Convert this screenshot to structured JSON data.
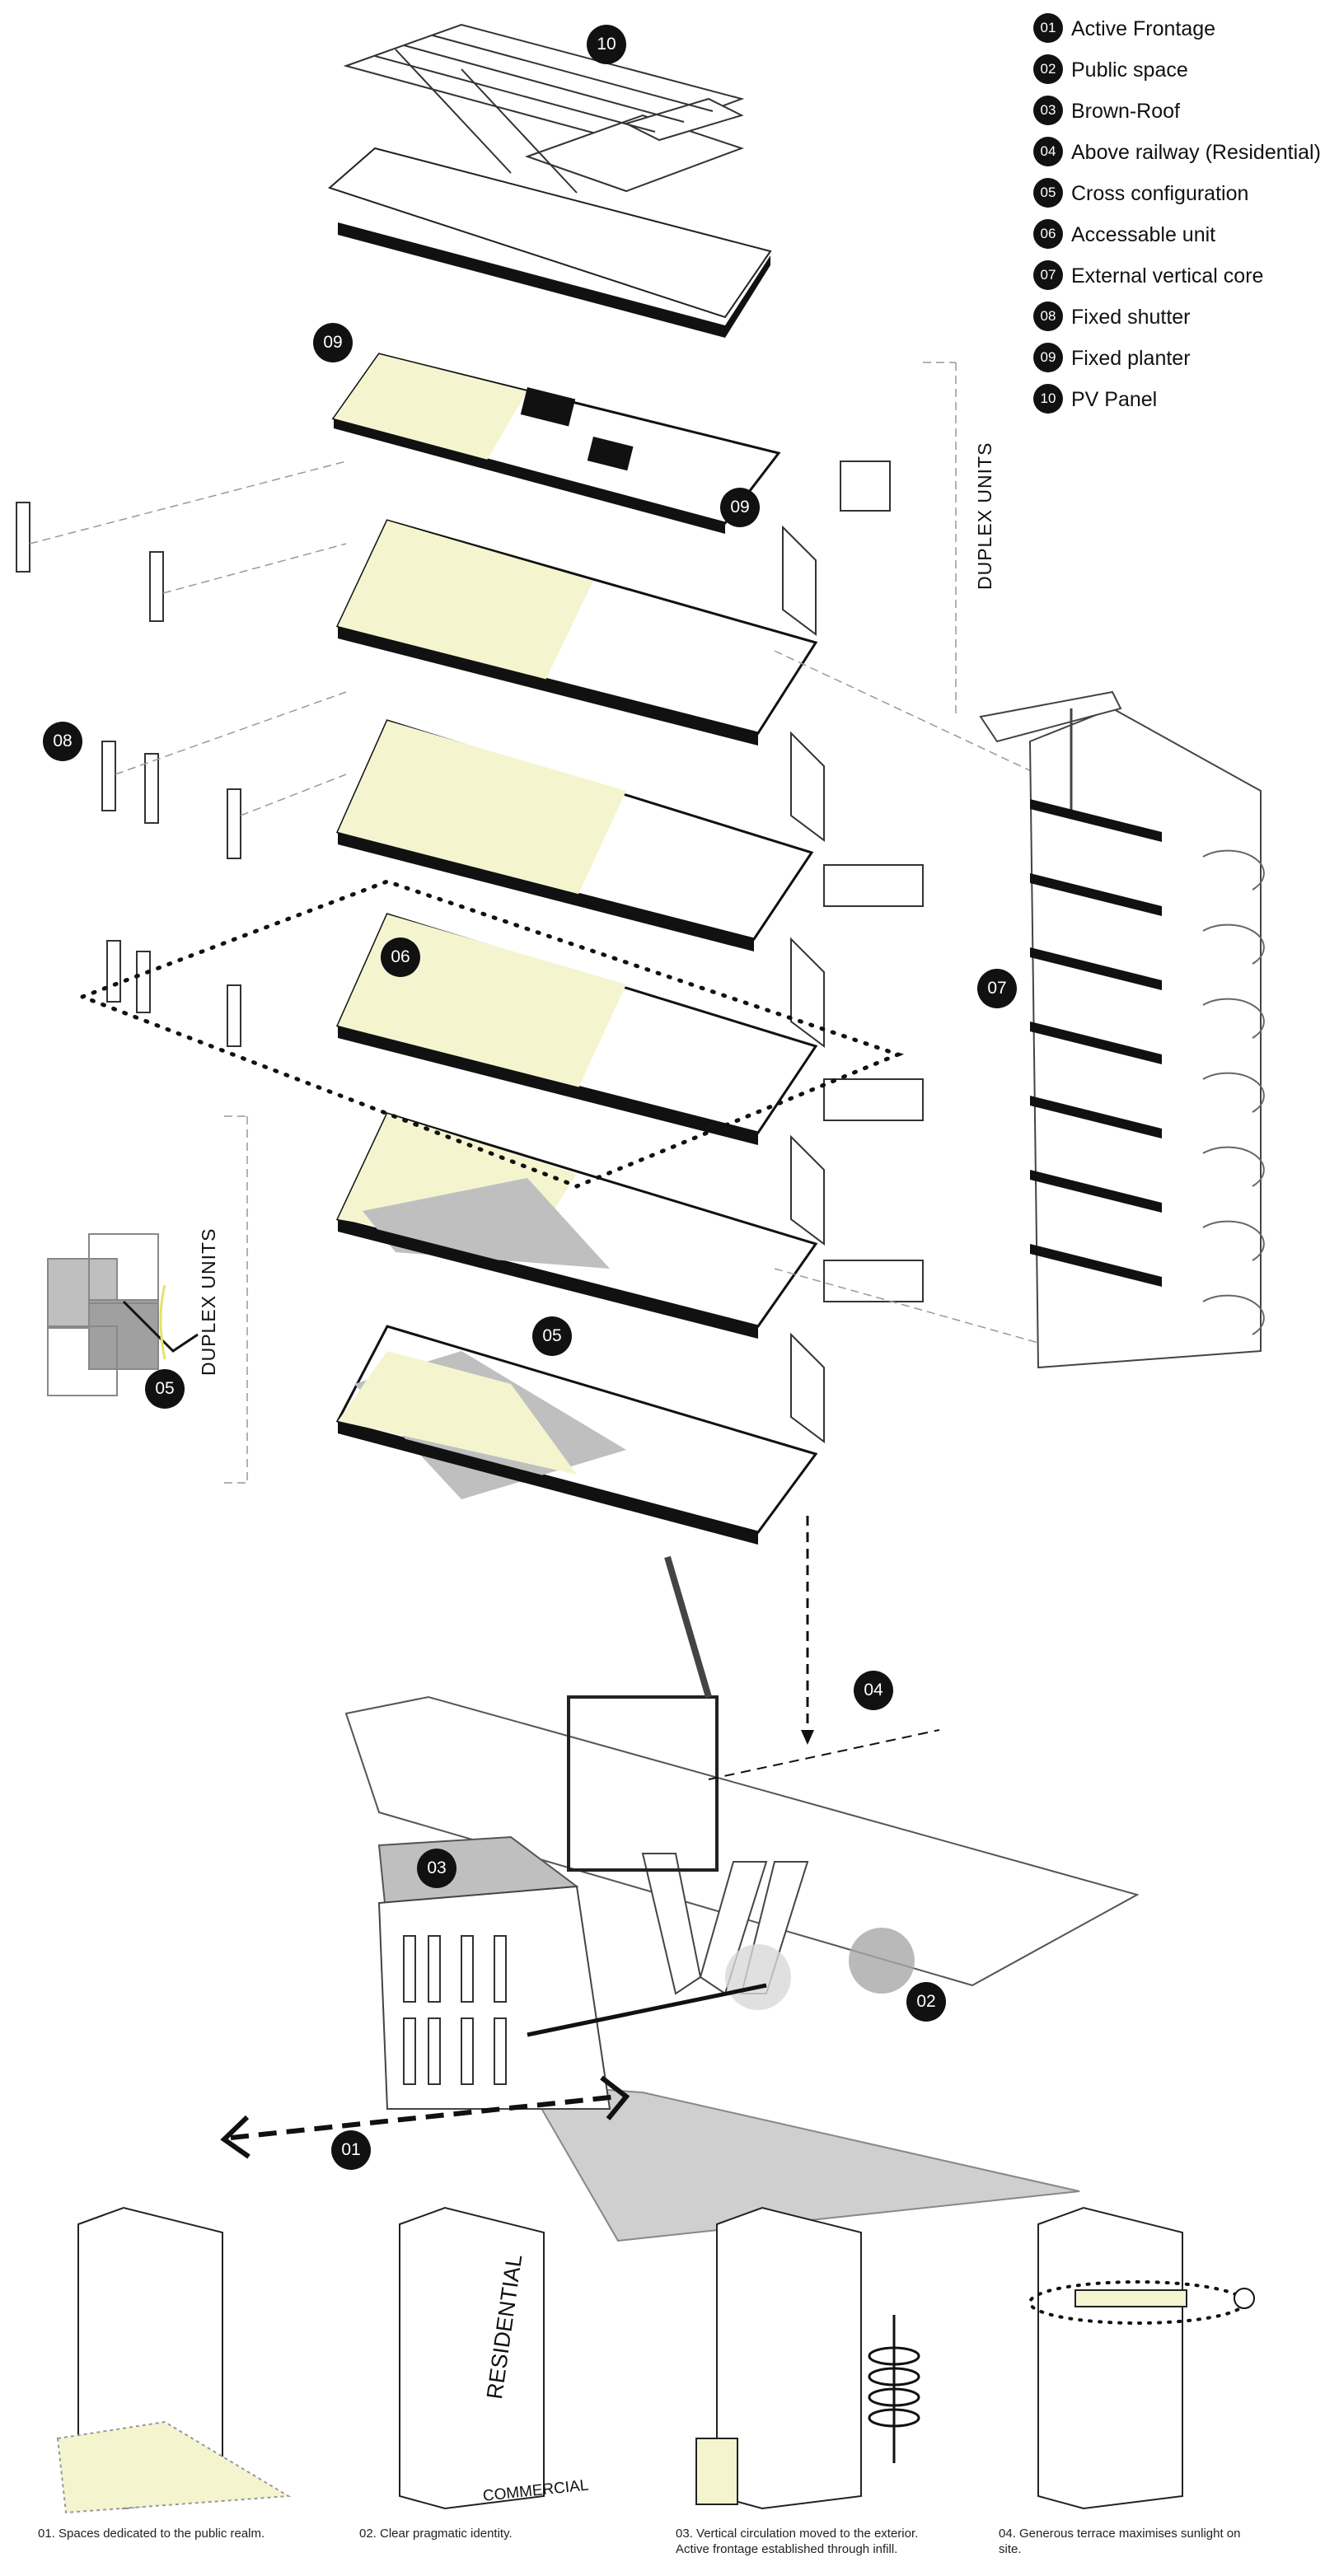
{
  "legend": {
    "items": [
      {
        "num": "01",
        "label": "Active Frontage"
      },
      {
        "num": "02",
        "label": "Public space"
      },
      {
        "num": "03",
        "label": "Brown-Roof"
      },
      {
        "num": "04",
        "label": "Above railway (Residential)"
      },
      {
        "num": "05",
        "label": "Cross configuration"
      },
      {
        "num": "06",
        "label": "Accessable unit"
      },
      {
        "num": "07",
        "label": "External vertical core"
      },
      {
        "num": "08",
        "label": "Fixed shutter"
      },
      {
        "num": "09",
        "label": "Fixed planter"
      },
      {
        "num": "10",
        "label": "PV Panel"
      }
    ]
  },
  "tags": {
    "pv_panel": "10",
    "planter_top": "09",
    "planter_terrace": "09",
    "shutter": "08",
    "accessible": "06",
    "cross_small": "05",
    "cross_floor": "05",
    "core": "07",
    "railway": "04",
    "roof": "03",
    "public_space": "02",
    "frontage": "01"
  },
  "side_labels": {
    "duplex_top": "DUPLEX UNITS",
    "duplex_bottom": "DUPLEX UNITS"
  },
  "diagram_labels": {
    "residential": "RESIDENTIAL",
    "commercial": "COMMERCIAL"
  },
  "captions": [
    {
      "line1": "01. Spaces dedicated to the public realm.",
      "line2": ""
    },
    {
      "line1": "02. Clear pragmatic identity.",
      "line2": ""
    },
    {
      "line1": "03. Vertical circulation moved to the exterior.",
      "line2": "Active frontage established through infill."
    },
    {
      "line1": "04. Generous terrace maximises sunlight on",
      "line2": "site."
    }
  ],
  "colors": {
    "highlight_yellow": "#f4f5cf",
    "shadow_grey": "#bfbfbf",
    "ink": "#111111"
  }
}
